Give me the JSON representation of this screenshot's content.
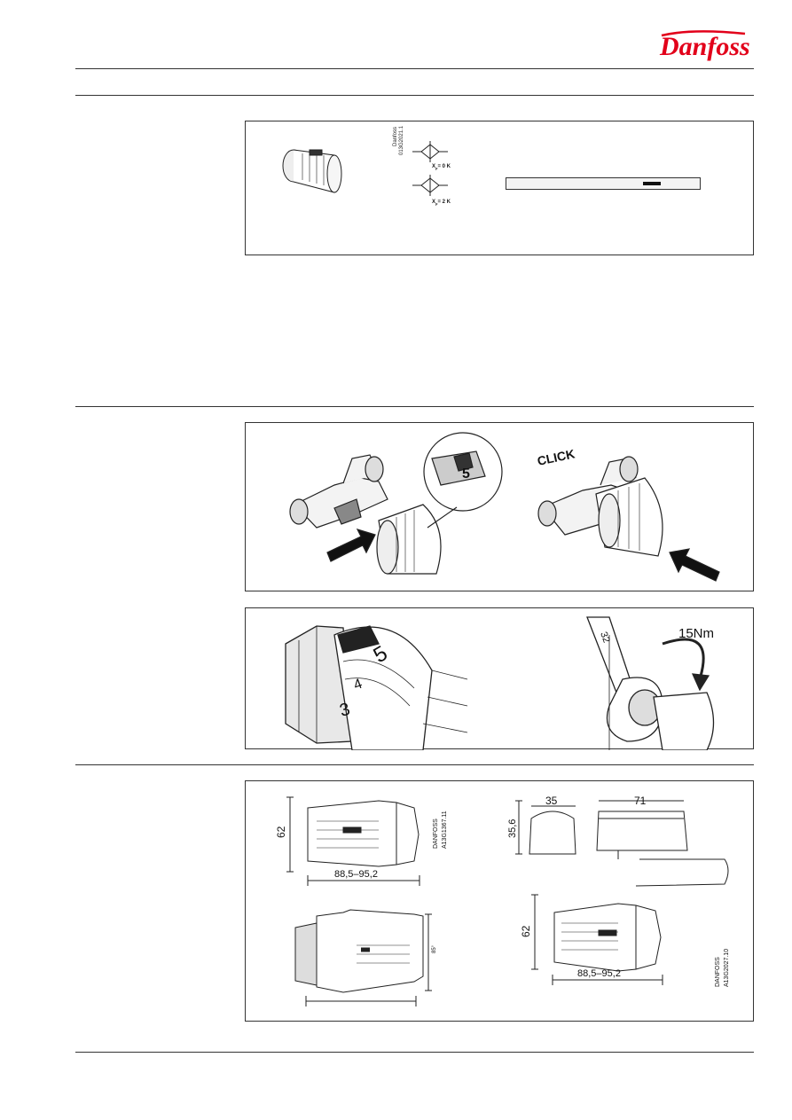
{
  "brand": {
    "logo_text": "Danfoss",
    "logo_color": "#e2001a"
  },
  "setting_panel": {
    "xp_top": "= 0 K",
    "xp_bottom": "= 2 K",
    "diagram_note_1": "Danfoss",
    "diagram_note_2": "013G2021.1",
    "bar_value": 0.82
  },
  "mounting_panel": {
    "click_label": "CLICK",
    "dial_mark": "5"
  },
  "alignment_panel": {
    "dial_numbers": [
      "5",
      "4",
      "3"
    ],
    "wrench_size": "32",
    "torque": "15Nm"
  },
  "dimensions_panel": {
    "left_top": {
      "height": "62",
      "width": "88,5–95,2",
      "code_1": "DANFOSS",
      "code_2": "A13G1367.11"
    },
    "left_bottom": {
      "small_label": "85°"
    },
    "right_sensor": {
      "w1": "35",
      "w2": "71",
      "h1": "35,6"
    },
    "right_bottom": {
      "height": "62",
      "width": "88,5–95,2",
      "code_1": "DANFOSS",
      "code_2": "A13G2027.10"
    }
  }
}
